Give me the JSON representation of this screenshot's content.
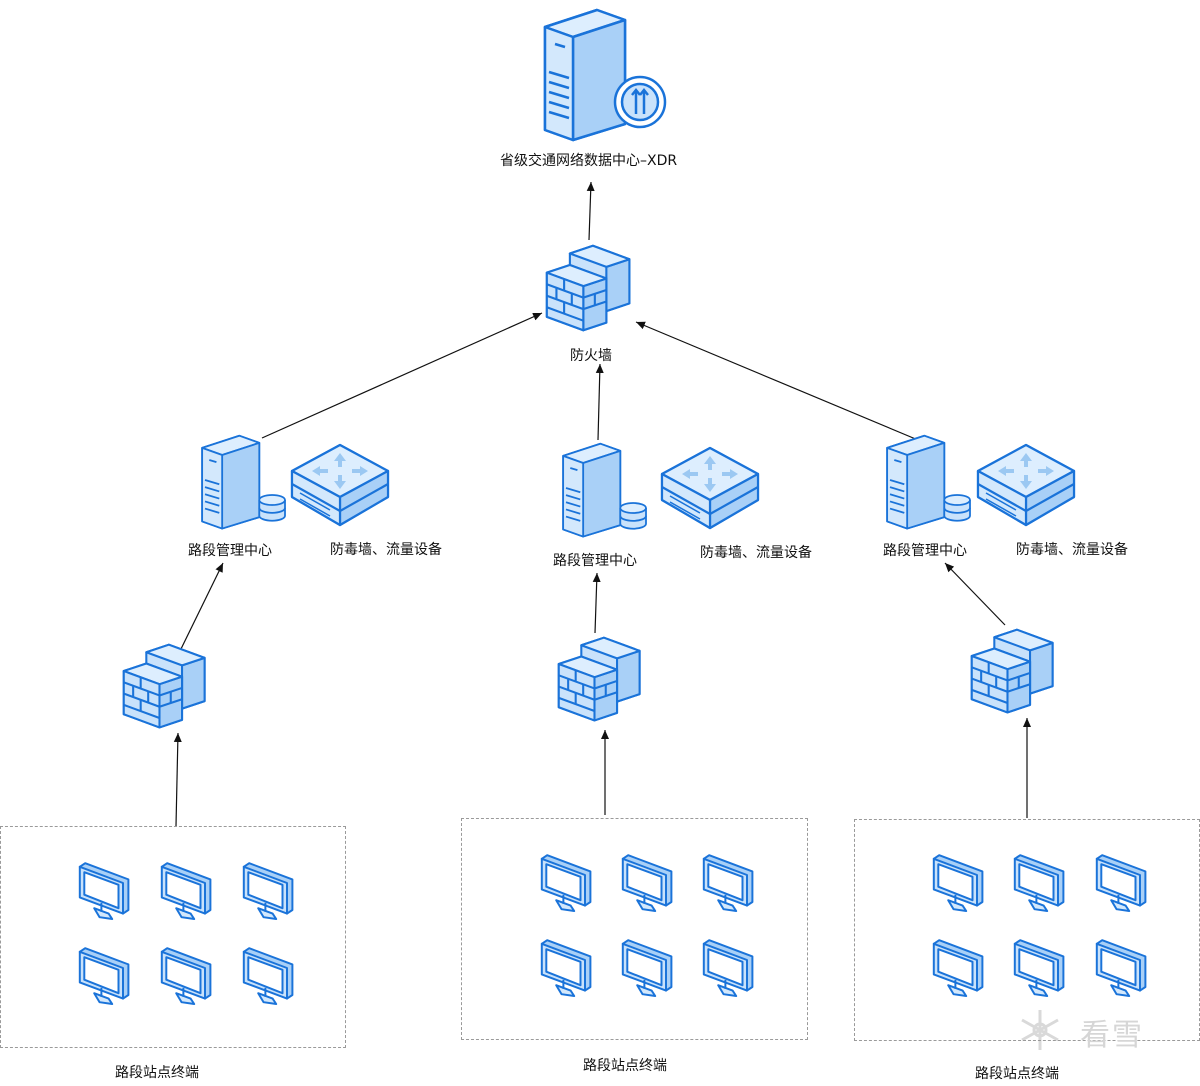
{
  "nodes": {
    "xdr": "省级交通网络数据中心–XDR",
    "firewall_main": "防火墙",
    "mgmt_center_left": "路段管理中心",
    "mgmt_center_mid": "路段管理中心",
    "mgmt_center_right": "路段管理中心",
    "av_left": "防毒墙、流量设备",
    "av_mid": "防毒墙、流量设备",
    "av_right": "防毒墙、流量设备",
    "terminals_left": "路段站点终端",
    "terminals_mid": "路段站点终端",
    "terminals_right": "路段站点终端"
  },
  "watermark": "看雪",
  "colors": {
    "icon_stroke": "#1a73d9",
    "icon_fill_light": "#c9e2fb",
    "icon_fill_mid": "#a9d0f7",
    "line": "#111111",
    "zone_border": "#9a9a9a"
  }
}
